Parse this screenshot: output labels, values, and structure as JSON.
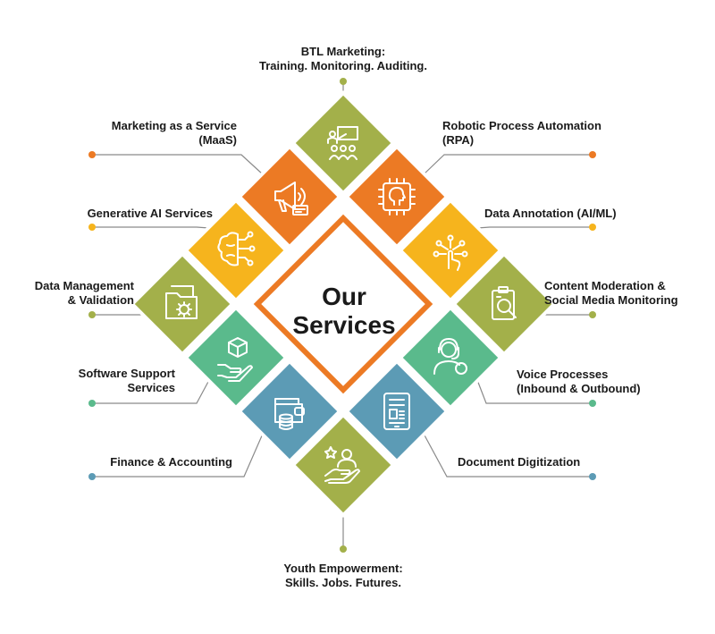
{
  "center": {
    "line1": "Our",
    "line2": "Services"
  },
  "colors": {
    "green": "#a3b04a",
    "orange": "#ec7a24",
    "yellow": "#f6b41d",
    "teal": "#5aba8c",
    "blue": "#5c9bb5",
    "frame": "#ec7a24"
  },
  "services": [
    {
      "id": "btl",
      "lines": [
        "BTL Marketing:",
        "Training. Monitoring. Auditing."
      ],
      "icon": "presentation-icon",
      "color": "green"
    },
    {
      "id": "rpa",
      "lines": [
        "Robotic Process Automation",
        "(RPA)"
      ],
      "icon": "ai-chip-head-icon",
      "color": "orange"
    },
    {
      "id": "annotation",
      "lines": [
        "Data Annotation (AI/ML)"
      ],
      "icon": "touch-network-icon",
      "color": "yellow"
    },
    {
      "id": "moderation",
      "lines": [
        "Content Moderation &",
        "Social Media Monitoring"
      ],
      "icon": "clipboard-search-icon",
      "color": "green"
    },
    {
      "id": "voice",
      "lines": [
        "Voice Processes",
        "(Inbound & Outbound)"
      ],
      "icon": "headset-agent-icon",
      "color": "teal"
    },
    {
      "id": "digitization",
      "lines": [
        "Document Digitization"
      ],
      "icon": "tablet-document-icon",
      "color": "blue"
    },
    {
      "id": "youth",
      "lines": [
        "Youth Empowerment:",
        "Skills. Jobs. Futures."
      ],
      "icon": "hand-person-star-icon",
      "color": "green"
    },
    {
      "id": "finance",
      "lines": [
        "Finance & Accounting"
      ],
      "icon": "wallet-coins-icon",
      "color": "blue"
    },
    {
      "id": "software",
      "lines": [
        "Software Support",
        "Services"
      ],
      "icon": "hand-cube-icon",
      "color": "teal"
    },
    {
      "id": "datamgmt",
      "lines": [
        "Data Management",
        "& Validation"
      ],
      "icon": "folder-gear-icon",
      "color": "green"
    },
    {
      "id": "genai",
      "lines": [
        "Generative AI Services"
      ],
      "icon": "brain-circuit-icon",
      "color": "yellow"
    },
    {
      "id": "maas",
      "lines": [
        "Marketing as a Service",
        "(MaaS)"
      ],
      "icon": "megaphone-icon",
      "color": "orange"
    }
  ]
}
